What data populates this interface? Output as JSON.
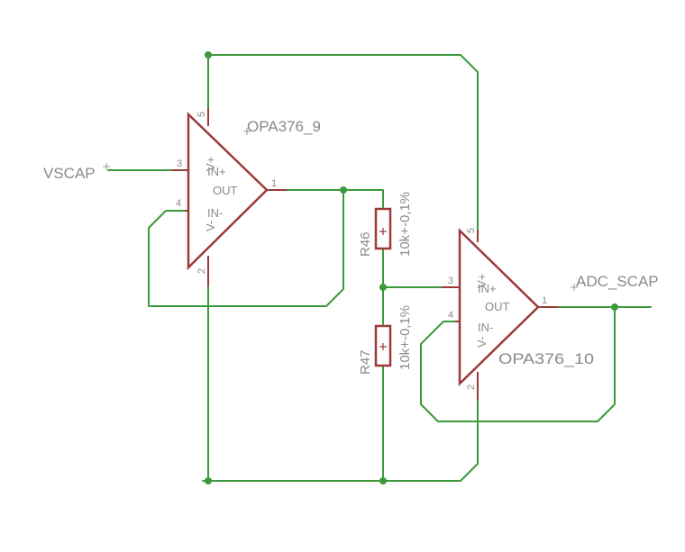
{
  "parts": {
    "u9": {
      "name": "OPA376_9",
      "in_plus": "IN+",
      "in_minus": "IN-",
      "out": "OUT",
      "vplus": "V+",
      "vminus": "V-",
      "pins": {
        "p1": "1",
        "p2": "2",
        "p3": "3",
        "p4": "4",
        "p5": "5"
      }
    },
    "u10": {
      "name": "OPA376_10",
      "in_plus": "IN+",
      "in_minus": "IN-",
      "out": "OUT",
      "vplus": "V+",
      "vminus": "V-",
      "pins": {
        "p1": "1",
        "p2": "2",
        "p3": "3",
        "p4": "4",
        "p5": "5"
      }
    },
    "r46": {
      "name": "R46",
      "value": "10k+-0,1%"
    },
    "r47": {
      "name": "R47",
      "value": "10k+-0,1%"
    }
  },
  "nets": {
    "vscap": "VSCAP",
    "adc_scap": "ADC_SCAP"
  },
  "colors": {
    "wire": "#3c9a3c",
    "part": "#9b3a3a",
    "text": "#8a8a8a"
  }
}
